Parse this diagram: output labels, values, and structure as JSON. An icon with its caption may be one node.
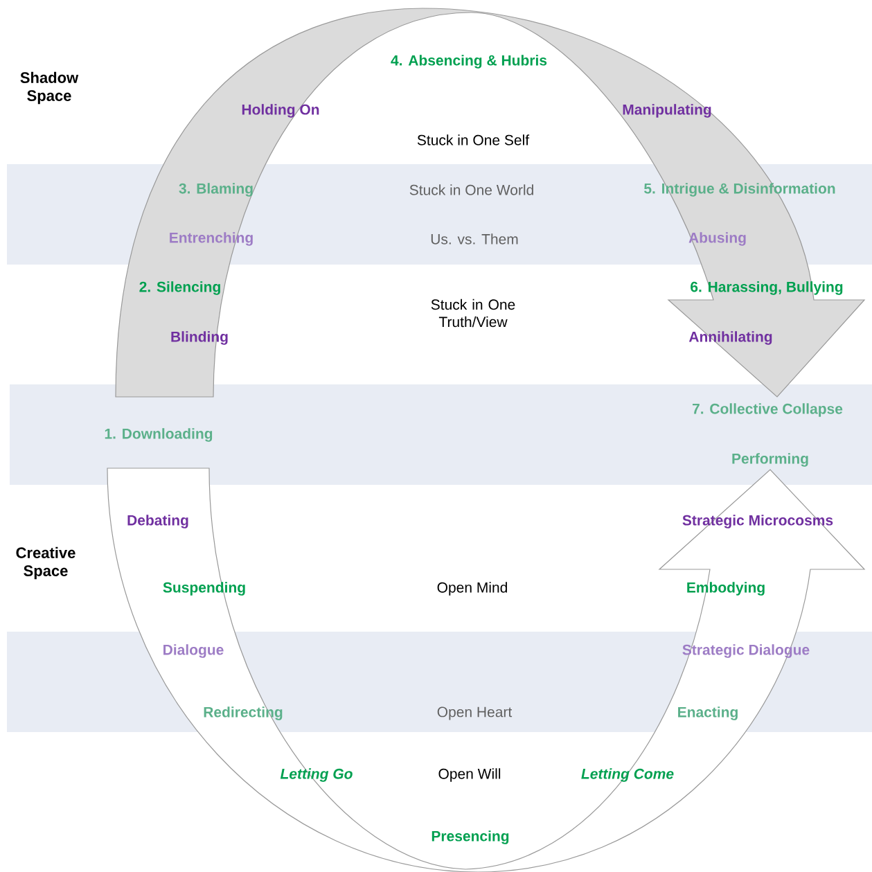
{
  "diagram": {
    "labels": [
      "Shadow Space",
      "4. Absencing & Hubris",
      "Holding On",
      "Manipulating",
      "Stuck in One Self",
      "3. Blaming",
      "Stuck in One World",
      "5. Intrigue & Disinformation",
      "Entrenching",
      "Us. vs. Them",
      "Abusing",
      "2. Silencing",
      "Stuck in One Truth/View",
      "6. Harassing, Bullying",
      "Blinding",
      "Annihilating",
      "7. Collective Collapse",
      "1. Downloading",
      "Performing",
      "Debating",
      "Strategic Microcosms",
      "Creative Space",
      "Suspending",
      "Open Mind",
      "Embodying",
      "Dialogue",
      "Strategic Dialogue",
      "Redirecting",
      "Open Heart",
      "Enacting",
      "Letting Go",
      "Open Will",
      "Letting Come",
      "Presencing"
    ]
  }
}
